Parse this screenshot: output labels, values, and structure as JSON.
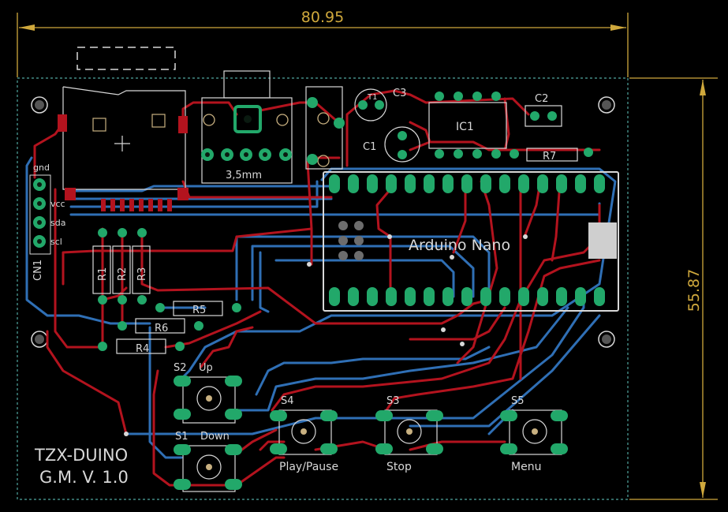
{
  "dimensions": {
    "width": "80.95",
    "height": "55.87"
  },
  "board": {
    "title_line1": "TZX-DUINO",
    "title_line2": "G.M. V. 1.0"
  },
  "labels": {
    "jack": "3,5mm",
    "arduino": "Arduino Nano",
    "header": "CN1",
    "pin_gnd": "gnd",
    "pin_vcc": "vcc",
    "pin_sda": "sda",
    "pin_scl": "scl",
    "c1": "C1",
    "c2": "C2",
    "c3": "C3",
    "ic1": "IC1",
    "t1": "T1",
    "r1": "R1",
    "r2": "R2",
    "r3": "R3",
    "r4": "R4",
    "r5": "R5",
    "r6": "R6",
    "r7": "R7"
  },
  "buttons": [
    {
      "ref": "S2",
      "label": "Up"
    },
    {
      "ref": "S1",
      "label": "Down"
    },
    {
      "ref": "S4",
      "label": "Play/Pause"
    },
    {
      "ref": "S3",
      "label": "Stop"
    },
    {
      "ref": "S5",
      "label": "Menu"
    }
  ],
  "colors": {
    "top_copper": "#b3131e",
    "bottom_copper": "#2f6fb5",
    "pads": "#22a86a",
    "silkscreen": "#d8d8d8",
    "dimension": "#cfa83c"
  }
}
